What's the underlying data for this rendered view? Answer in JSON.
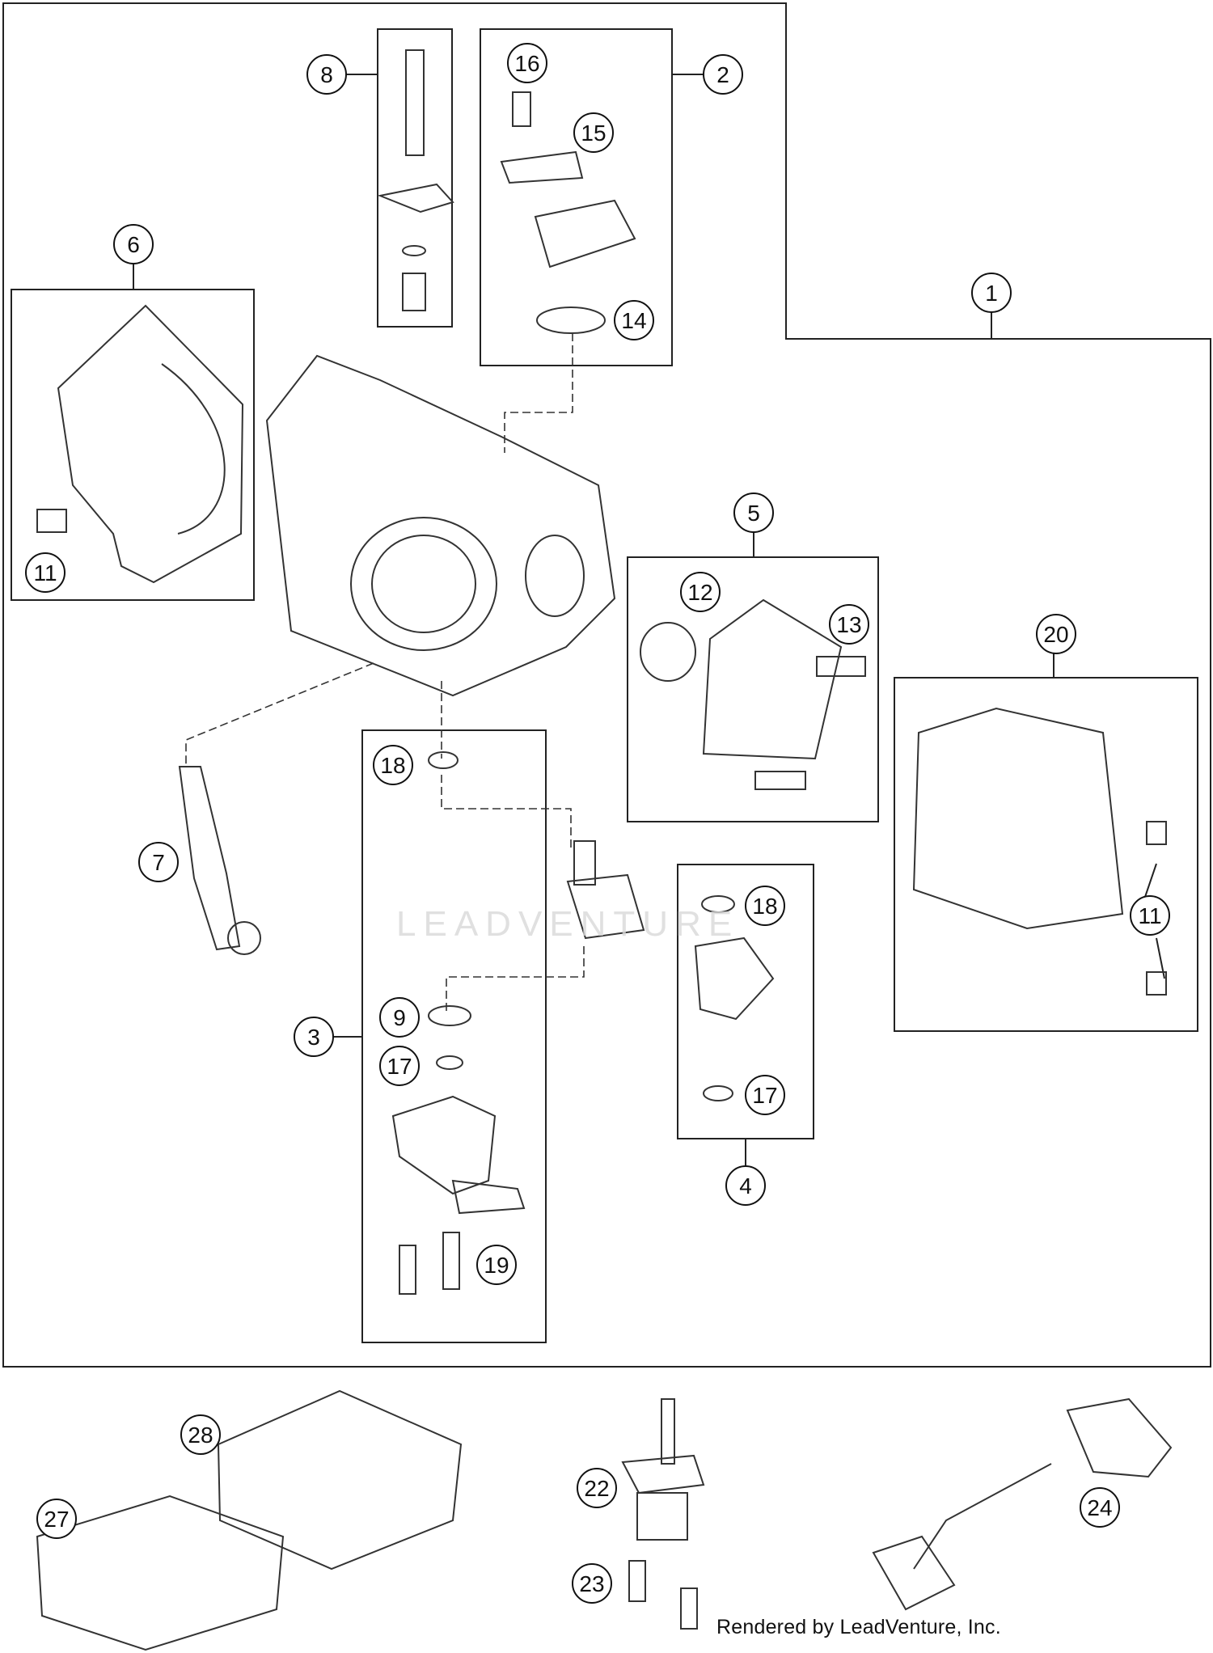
{
  "watermark_text": "LEADVENTURE",
  "credit_text": "Rendered by LeadVenture, Inc.",
  "callouts": [
    {
      "id": "c1",
      "label": "1"
    },
    {
      "id": "c2",
      "label": "2"
    },
    {
      "id": "c3",
      "label": "3"
    },
    {
      "id": "c4",
      "label": "4"
    },
    {
      "id": "c5",
      "label": "5"
    },
    {
      "id": "c6",
      "label": "6"
    },
    {
      "id": "c7",
      "label": "7"
    },
    {
      "id": "c8",
      "label": "8"
    },
    {
      "id": "c9",
      "label": "9"
    },
    {
      "id": "c11a",
      "label": "11"
    },
    {
      "id": "c11b",
      "label": "11"
    },
    {
      "id": "c12",
      "label": "12"
    },
    {
      "id": "c13",
      "label": "13"
    },
    {
      "id": "c14",
      "label": "14"
    },
    {
      "id": "c15",
      "label": "15"
    },
    {
      "id": "c16",
      "label": "16"
    },
    {
      "id": "c17a",
      "label": "17"
    },
    {
      "id": "c17b",
      "label": "17"
    },
    {
      "id": "c18a",
      "label": "18"
    },
    {
      "id": "c18b",
      "label": "18"
    },
    {
      "id": "c19",
      "label": "19"
    },
    {
      "id": "c20",
      "label": "20"
    },
    {
      "id": "c22",
      "label": "22"
    },
    {
      "id": "c23",
      "label": "23"
    },
    {
      "id": "c24",
      "label": "24"
    },
    {
      "id": "c27",
      "label": "27"
    },
    {
      "id": "c28",
      "label": "28"
    }
  ]
}
